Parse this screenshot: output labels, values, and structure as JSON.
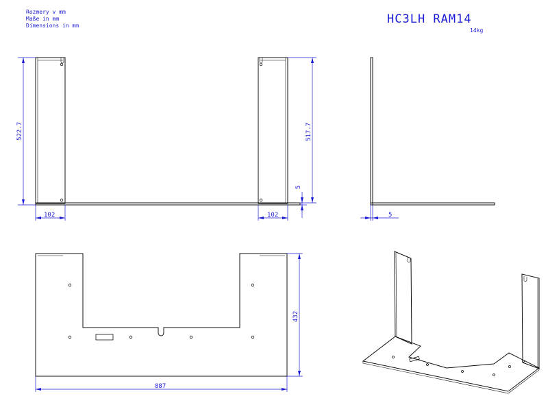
{
  "header": {
    "units_cs": "Rozmery v mm",
    "units_de": "Maße in mm",
    "units_en": "Dimensions in mm",
    "title": "HC3LH RAM14",
    "weight": "14kg"
  },
  "front_view": {
    "height_left": "522.7",
    "height_right": "517.7",
    "base_thickness": "5",
    "width_left": "102",
    "width_right": "102"
  },
  "side_view": {
    "thickness": "5"
  },
  "flat_pattern": {
    "height": "432",
    "width": "887"
  },
  "iso_view": {}
}
